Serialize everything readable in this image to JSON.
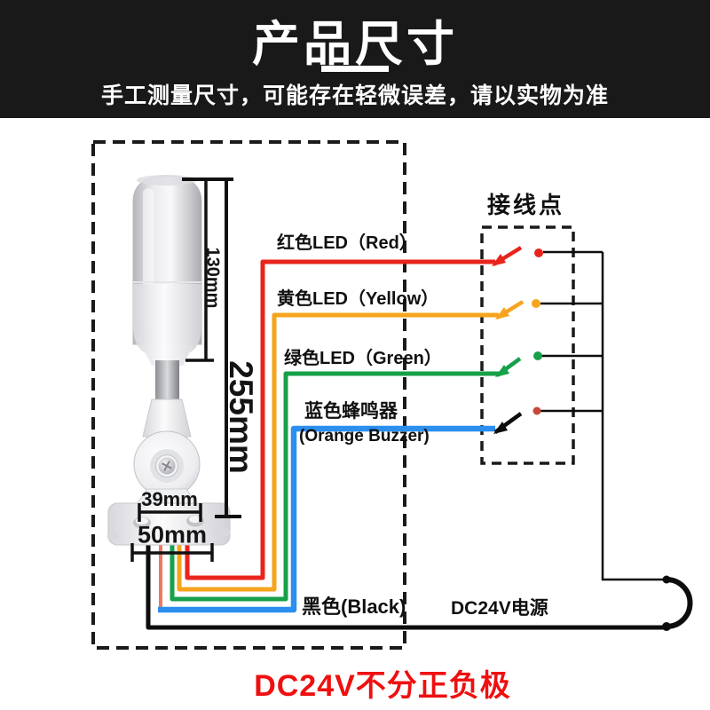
{
  "banner": {
    "title": "产品尺寸",
    "subtitle": "手工测量尺寸，可能存在轻微误差，请以实物为准",
    "bg_color": "#191919"
  },
  "product": {
    "dimensions": {
      "lamp_height": "130mm",
      "total_height": "255mm",
      "bracket_width": "39mm",
      "base_width": "50mm"
    }
  },
  "wires": [
    {
      "name": "red",
      "label": "红色LED（Red）",
      "color": "#e8241d"
    },
    {
      "name": "yellow",
      "label": "黄色LED（Yellow）",
      "color": "#f6a41d"
    },
    {
      "name": "green",
      "label": "绿色LED（Green）",
      "color": "#17a04a"
    },
    {
      "name": "blue",
      "label": "蓝色蜂鸣器",
      "sublabel": "(Orange Buzzer)",
      "color": "#2a8fee"
    },
    {
      "name": "black",
      "label": "黑色(Black)",
      "color": "#0d0d0d"
    }
  ],
  "terminal": {
    "title": "接线点",
    "dot_colors": [
      "#e8241d",
      "#f6a41d",
      "#17a04a",
      "#c8473a"
    ]
  },
  "power": {
    "label": "DC24V电源"
  },
  "footer": {
    "note": "DC24V不分正负极",
    "color": "#ee1010"
  }
}
